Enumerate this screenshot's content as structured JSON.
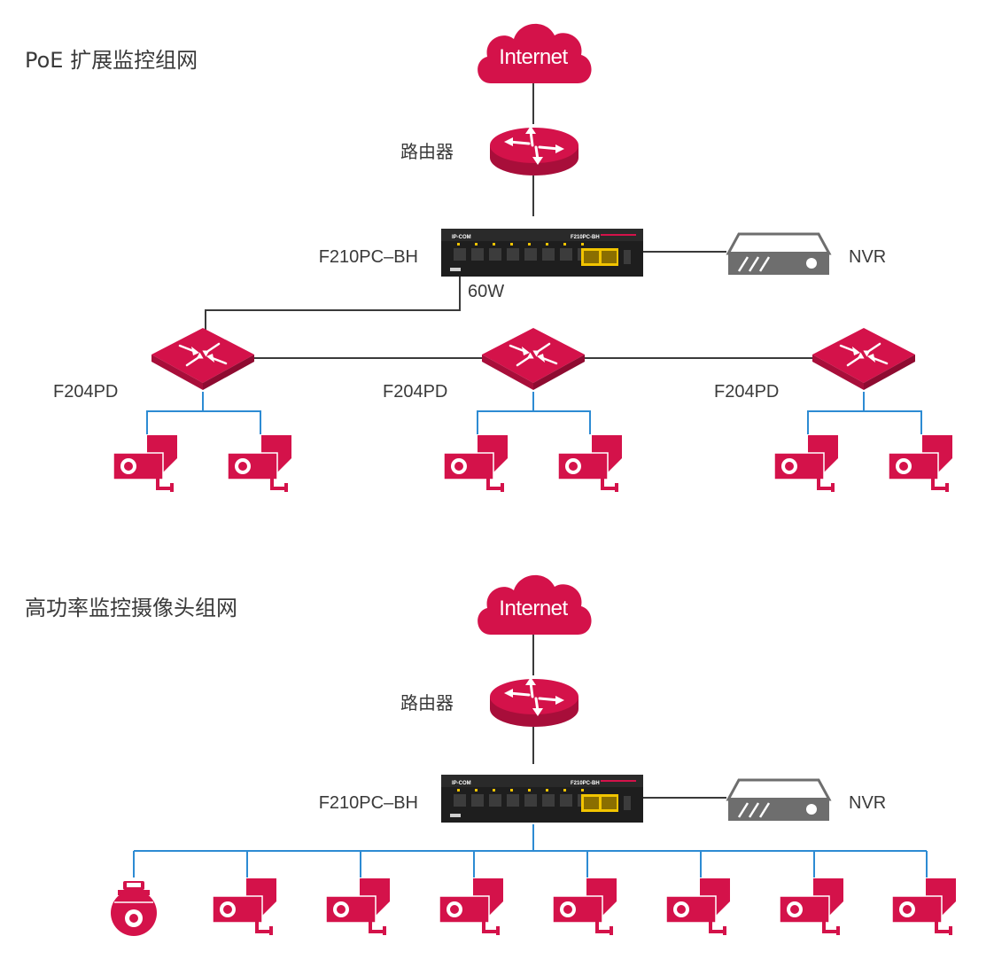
{
  "sections": [
    {
      "title": "PoE 扩展监控组网",
      "internet": "Internet",
      "router_label": "路由器",
      "switch_label": "F210PC–BH",
      "switch_brand": "IP-COM",
      "switch_model": "F210PC-BH",
      "nvr_label": "NVR",
      "power_label": "60W",
      "pd_labels": [
        "F204PD",
        "F204PD",
        "F204PD"
      ]
    },
    {
      "title": "高功率监控摄像头组网",
      "internet": "Internet",
      "router_label": "路由器",
      "switch_label": "F210PC–BH",
      "switch_brand": "IP-COM",
      "switch_model": "F210PC-BH",
      "nvr_label": "NVR"
    }
  ],
  "colors": {
    "accent": "#d4124a",
    "accent_dark": "#a80e3a",
    "link_blue": "#2d8bd3",
    "link_dark": "#3a3a3a",
    "nvr_gray": "#6e6e6e"
  },
  "icons": [
    "cloud-icon",
    "router-icon",
    "switch-icon",
    "nvr-icon",
    "pd-switch-icon",
    "bullet-camera-icon",
    "dome-camera-icon"
  ]
}
